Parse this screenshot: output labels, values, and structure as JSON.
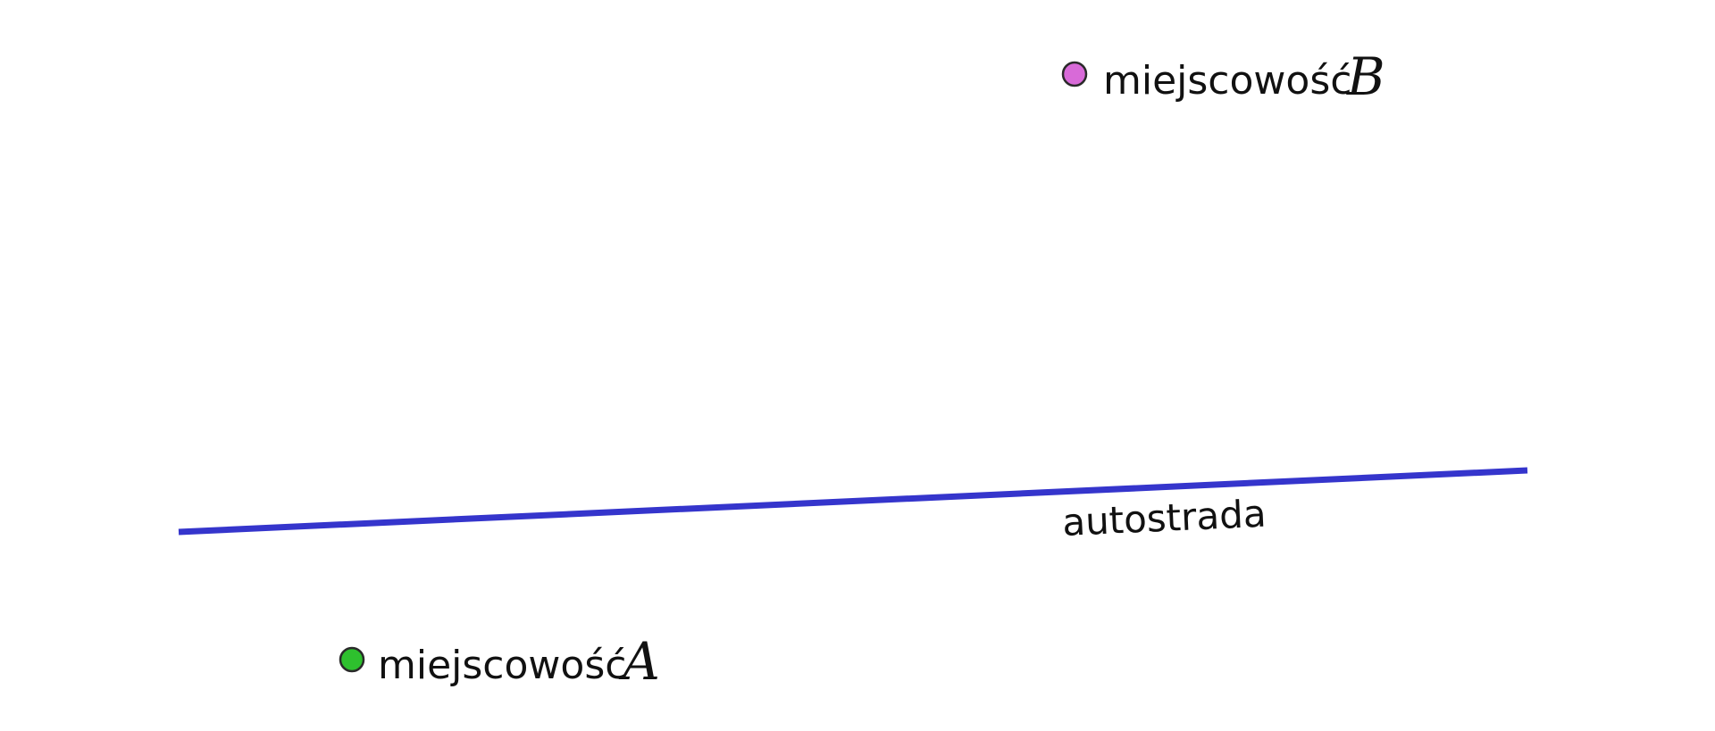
{
  "colors": {
    "highway": "#3535cc",
    "point_a": "#2ec02e",
    "point_b": "#d86ad8",
    "point_outline": "#2a2a2a"
  },
  "highway": {
    "label": "autostrada"
  },
  "places": [
    {
      "label": "miejscowość",
      "letter": "A"
    },
    {
      "label": "miejscowość",
      "letter": "B"
    }
  ]
}
